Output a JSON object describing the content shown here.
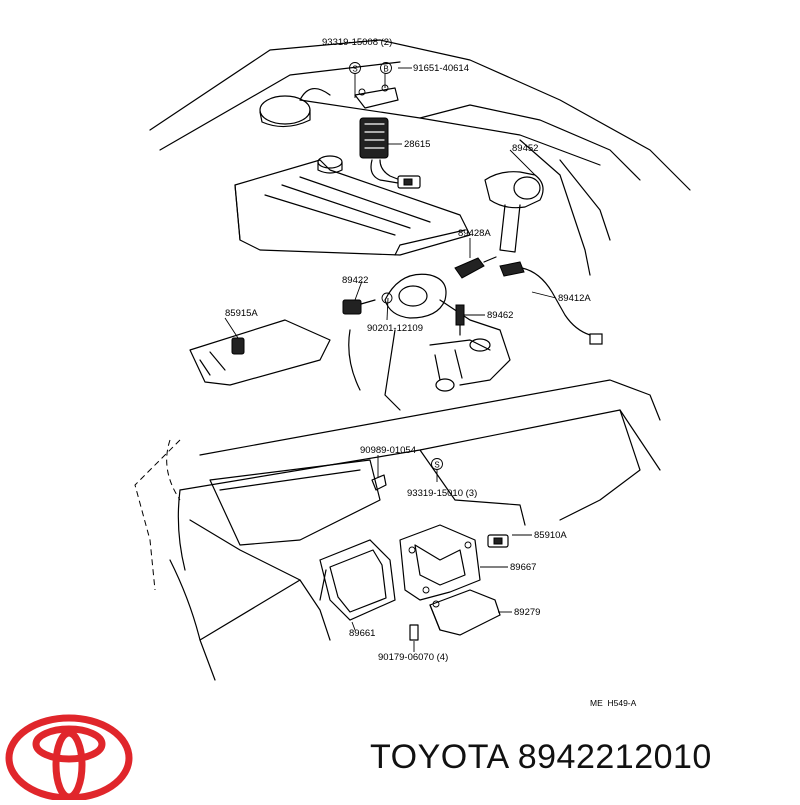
{
  "diagram": {
    "labels": {
      "p93319_15008": "93319-15008 (2)",
      "mark_s1": "S",
      "mark_b": "B",
      "p91651": "91651-40614",
      "p28615": "28615",
      "p89452": "89452",
      "p89428a": "89428A",
      "p89422": "89422",
      "p89412a": "89412A",
      "p85915a": "85915A",
      "p90201": "90201-12109",
      "p89462": "89462",
      "p90989": "90989-01054",
      "mark_s2": "S",
      "p93319_15010": "93319-15010 (3)",
      "p85910a": "85910A",
      "p89667": "89667",
      "p89279": "89279",
      "p89661": "89661",
      "p90179": "90179-06070 (4)",
      "ref_code": "ME  H549-A"
    }
  },
  "brand": {
    "logo_icon": "toyota-logo-icon",
    "logo_color": "#e0262b",
    "name": "TOYOTA",
    "part_number": "8942212010"
  }
}
